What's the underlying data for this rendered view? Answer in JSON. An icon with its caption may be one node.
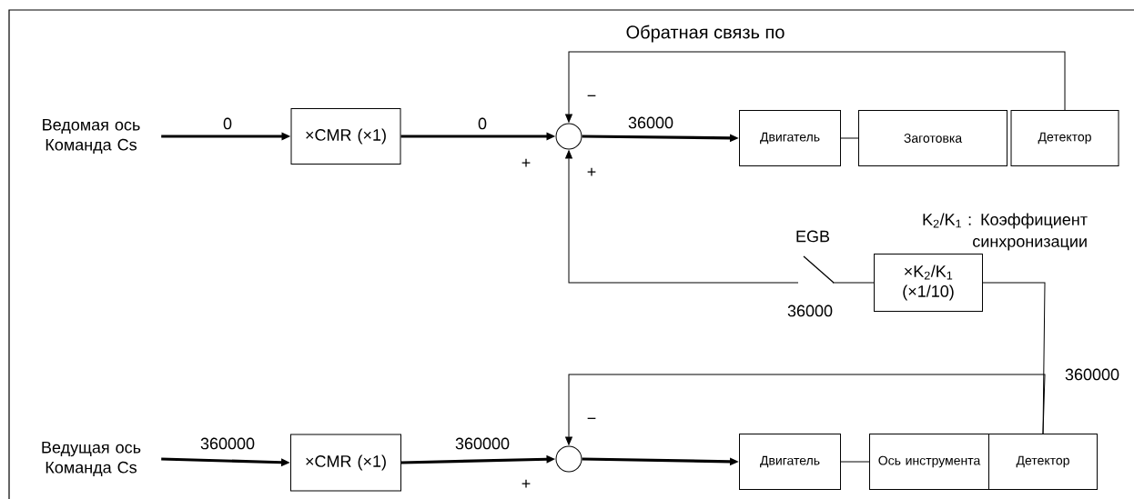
{
  "diagram": {
    "nodes": [
      {
        "text": [
          "Ведомая ось Команда Cs"
        ]
      },
      {
        "text": [
          "×CMR (×1)"
        ]
      },
      {
        "text": [],
        "shape": "circle"
      },
      {
        "text": [
          "Двигатель"
        ]
      },
      {
        "text": [
          "Заготовка"
        ]
      },
      {
        "text": [
          "Детектор"
        ]
      },
      {
        "text": [
          "×K$_{2}$/K$_{1}$ (×1/10)"
        ]
      },
      {
        "text": [
          "Ведущая ось Команда Cs"
        ]
      },
      {
        "text": [
          "×CMR (×1)"
        ]
      },
      {
        "text": [],
        "shape": "circle"
      },
      {
        "text": [
          "Двигатель"
        ]
      },
      {
        "text": [
          "Ось инструмента"
        ]
      },
      {
        "text": [
          "Детектор"
        ]
      }
    ],
    "edges": [
      {
        "from": 0,
        "to": 1,
        "arrow": "to",
        "label": "0",
        "style": "thick"
      },
      {
        "from": 1,
        "to": 2,
        "arrow": "to",
        "label": "0",
        "style": "thick"
      },
      {
        "from": 2,
        "to": 3,
        "arrow": "to",
        "label": "36000",
        "style": "thick"
      },
      {
        "from": 3,
        "to": 4,
        "arrow": "none"
      },
      {
        "from": 5,
        "to": 2,
        "arrow": "to",
        "label": "Обратная связь по"
      },
      {
        "from": 6,
        "to": 2,
        "arrow": "to"
      },
      {
        "from": 12,
        "to": 6,
        "arrow": "none"
      },
      {
        "from": 12,
        "to": 9,
        "arrow": "to"
      },
      {
        "from": 7,
        "to": 8,
        "arrow": "to",
        "label": "360000",
        "style": "thick"
      },
      {
        "from": 8,
        "to": 9,
        "arrow": "to",
        "label": "360000",
        "style": "thick"
      },
      {
        "from": 9,
        "to": 10,
        "arrow": "to",
        "style": "thick"
      },
      {
        "from": 10,
        "to": 11,
        "arrow": "none"
      }
    ],
    "labels": [
      "−",
      "+",
      "+",
      "K$_{2}$/K$_{1}$ : Коэффициент синхронизации",
      "EGB",
      "36000",
      "360000",
      "−",
      "+"
    ]
  }
}
